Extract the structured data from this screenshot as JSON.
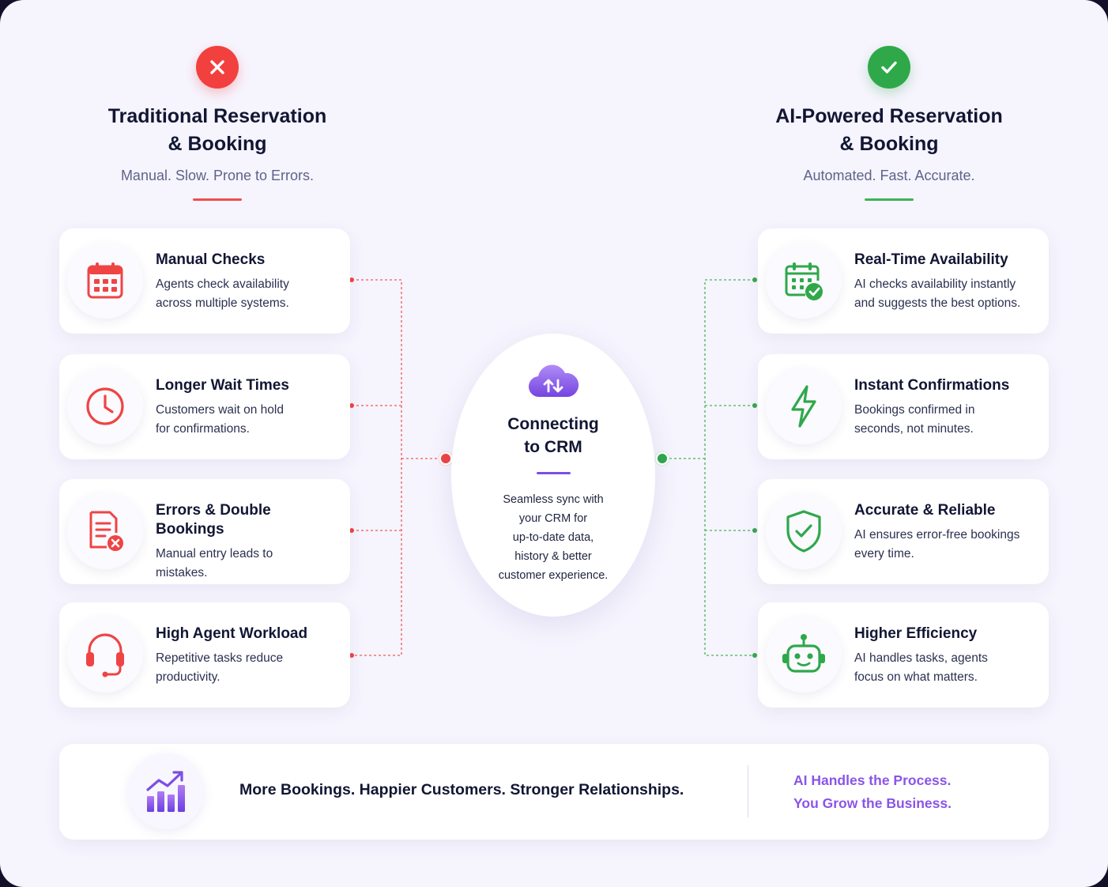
{
  "colors": {
    "negative": "#f2403f",
    "positive": "#2fa84a",
    "accent": "#7b4fe6",
    "background": "#f6f4fd"
  },
  "traditional": {
    "badge_icon": "x-circle-icon",
    "title_line1": "Traditional Reservation",
    "title_line2": "& Booking",
    "subtitle": "Manual. Slow. Prone to Errors.",
    "items": [
      {
        "icon": "calendar-icon",
        "title": "Manual Checks",
        "desc_line1": "Agents check availability",
        "desc_line2": "across multiple systems."
      },
      {
        "icon": "clock-icon",
        "title": "Longer Wait Times",
        "desc_line1": "Customers wait on hold",
        "desc_line2": "for confirmations."
      },
      {
        "icon": "document-error-icon",
        "title": "Errors & Double Bookings",
        "desc_line1": "Manual entry leads to",
        "desc_line2": "mistakes."
      },
      {
        "icon": "headset-icon",
        "title": "High Agent Workload",
        "desc_line1": "Repetitive tasks reduce",
        "desc_line2": "productivity."
      }
    ]
  },
  "ai": {
    "badge_icon": "check-circle-icon",
    "title_line1": "AI-Powered Reservation",
    "title_line2": "& Booking",
    "subtitle": "Automated. Fast. Accurate.",
    "items": [
      {
        "icon": "calendar-check-icon",
        "title": "Real-Time Availability",
        "desc_line1": "AI checks availability instantly",
        "desc_line2": "and suggests the best options."
      },
      {
        "icon": "lightning-icon",
        "title": "Instant Confirmations",
        "desc_line1": "Bookings confirmed in",
        "desc_line2": "seconds, not minutes."
      },
      {
        "icon": "shield-check-icon",
        "title": "Accurate & Reliable",
        "desc_line1": "AI ensures error-free bookings",
        "desc_line2": "every time."
      },
      {
        "icon": "robot-icon",
        "title": "Higher Efficiency",
        "desc_line1": "AI handles tasks, agents",
        "desc_line2": "focus on what matters."
      }
    ]
  },
  "center": {
    "icon": "cloud-sync-icon",
    "title_line1": "Connecting",
    "title_line2": "to CRM",
    "desc_lines": [
      "Seamless sync with",
      "your CRM for",
      "up-to-date data,",
      "history & better",
      "customer experience."
    ]
  },
  "footer": {
    "icon": "growth-chart-icon",
    "tagline": "More Bookings. Happier Customers. Stronger Relationships.",
    "cta_line1": "AI Handles the Process.",
    "cta_line2": "You Grow the Business."
  }
}
